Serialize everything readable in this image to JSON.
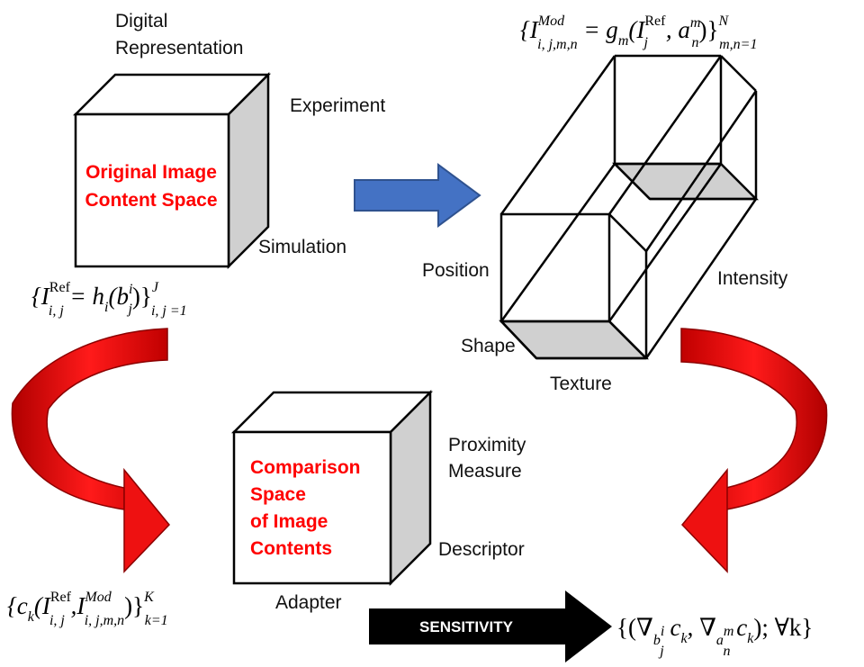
{
  "colors": {
    "red_text": "#ff0000",
    "blue_arrow": "#4472c4",
    "red_arrow": "#ee1111",
    "face_gray": "#d0d0d0",
    "black_arrow": "#000000"
  },
  "cube1": {
    "lines": [
      "Original Image",
      "Content Space"
    ],
    "top_label_1": "Digital",
    "top_label_2": "Representation",
    "right_top": "Experiment",
    "right_bottom": "Simulation"
  },
  "cube2": {
    "lines": [
      "Comparison",
      "Space",
      "of Image",
      "Contents"
    ],
    "right_top_1": "Proximity",
    "right_top_2": "Measure",
    "right_bottom": "Descriptor",
    "bottom": "Adapter"
  },
  "box3d": {
    "position": "Position",
    "intensity": "Intensity",
    "shape": "Shape",
    "texture": "Texture"
  },
  "sensitivity": "SENSITIVITY",
  "formulas": {
    "ref_images": {
      "open": "{I",
      "sup": "Ref",
      "sub": "i, j",
      "mid": " = h",
      "hsub": "i",
      "paren": "(b",
      "bsup": "i",
      "bsub": "j",
      "close": ")}",
      "lim_sup": "J",
      "lim_sub": "i, j =1"
    },
    "mod_images": {
      "open": "{I",
      "sup": "Mod",
      "sub": "i, j,m,n",
      "mid": " = g",
      "gsub": "m",
      "paren": "(I",
      "isup": "Ref",
      "isub": "j",
      "comma": ", a",
      "asup": "m",
      "asub": "n",
      "close": ")}",
      "lim_sup": "N",
      "lim_sub": "m,n=1"
    },
    "comparison": {
      "open": "{c",
      "csub": "k",
      "paren": "(I",
      "i1sup": "Ref",
      "i1sub": "i, j",
      "comma": " ,I",
      "i2sup": "Mod",
      "i2sub": "i, j,m,n",
      "close": ")}",
      "lim_sup": "K",
      "lim_sub": "k=1"
    },
    "gradient": {
      "open": "{(∇",
      "bsub": "b",
      "bsubsup": "i",
      "bsubsub": "j",
      "c1": " c",
      "c1sub": "k",
      "comma": ", ∇",
      "asub": "a",
      "asubsup": "m",
      "asubsub": "n",
      "c2": " c",
      "c2sub": "k",
      "close": "); ∀k}"
    }
  }
}
